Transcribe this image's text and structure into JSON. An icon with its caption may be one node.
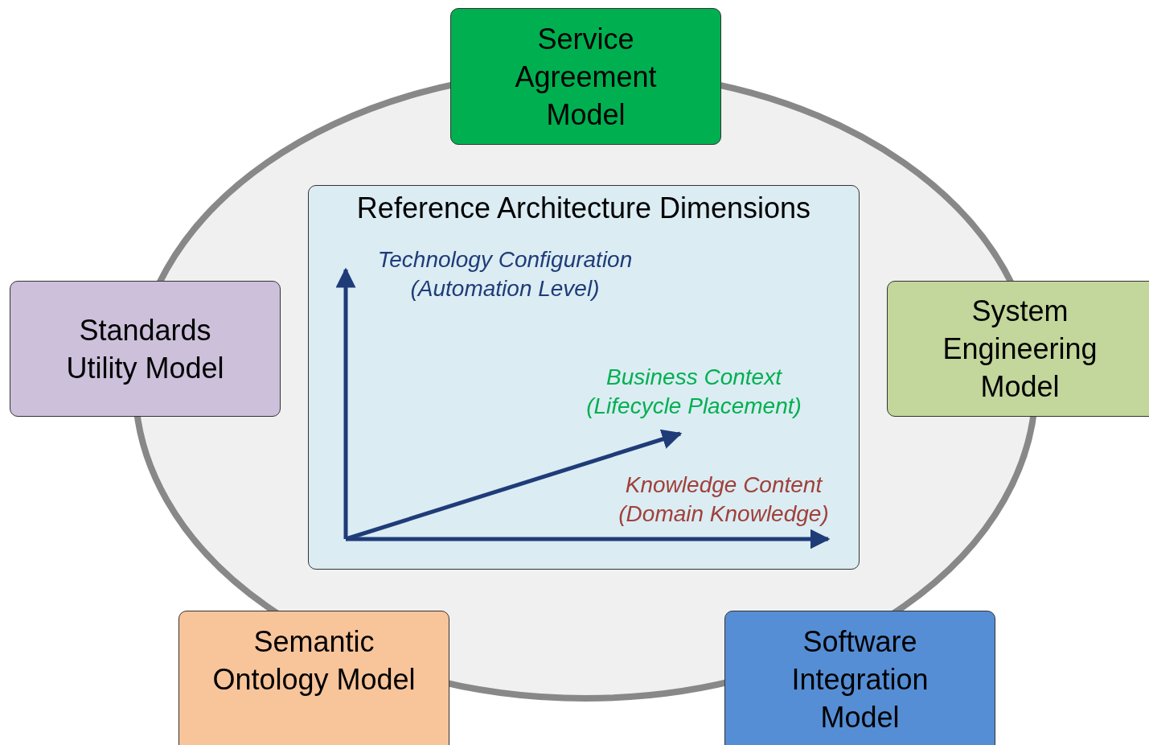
{
  "diagram": {
    "nodes": [
      {
        "text": [
          "Service Agreement Model"
        ]
      },
      {
        "text": [
          "Reference Architecture Dimensions"
        ]
      },
      {
        "text": [
          "Standards Utility Model"
        ]
      },
      {
        "text": [
          "System Engineering Model"
        ]
      },
      {
        "text": [
          "Semantic Ontology Model"
        ]
      },
      {
        "text": [
          "Software Integration Model"
        ]
      }
    ],
    "edges": [],
    "labels": [
      "Technology Configuration (Automation Level)",
      "Business Context (Lifecycle Placement)",
      "Knowledge Content (Domain Knowledge)"
    ]
  }
}
